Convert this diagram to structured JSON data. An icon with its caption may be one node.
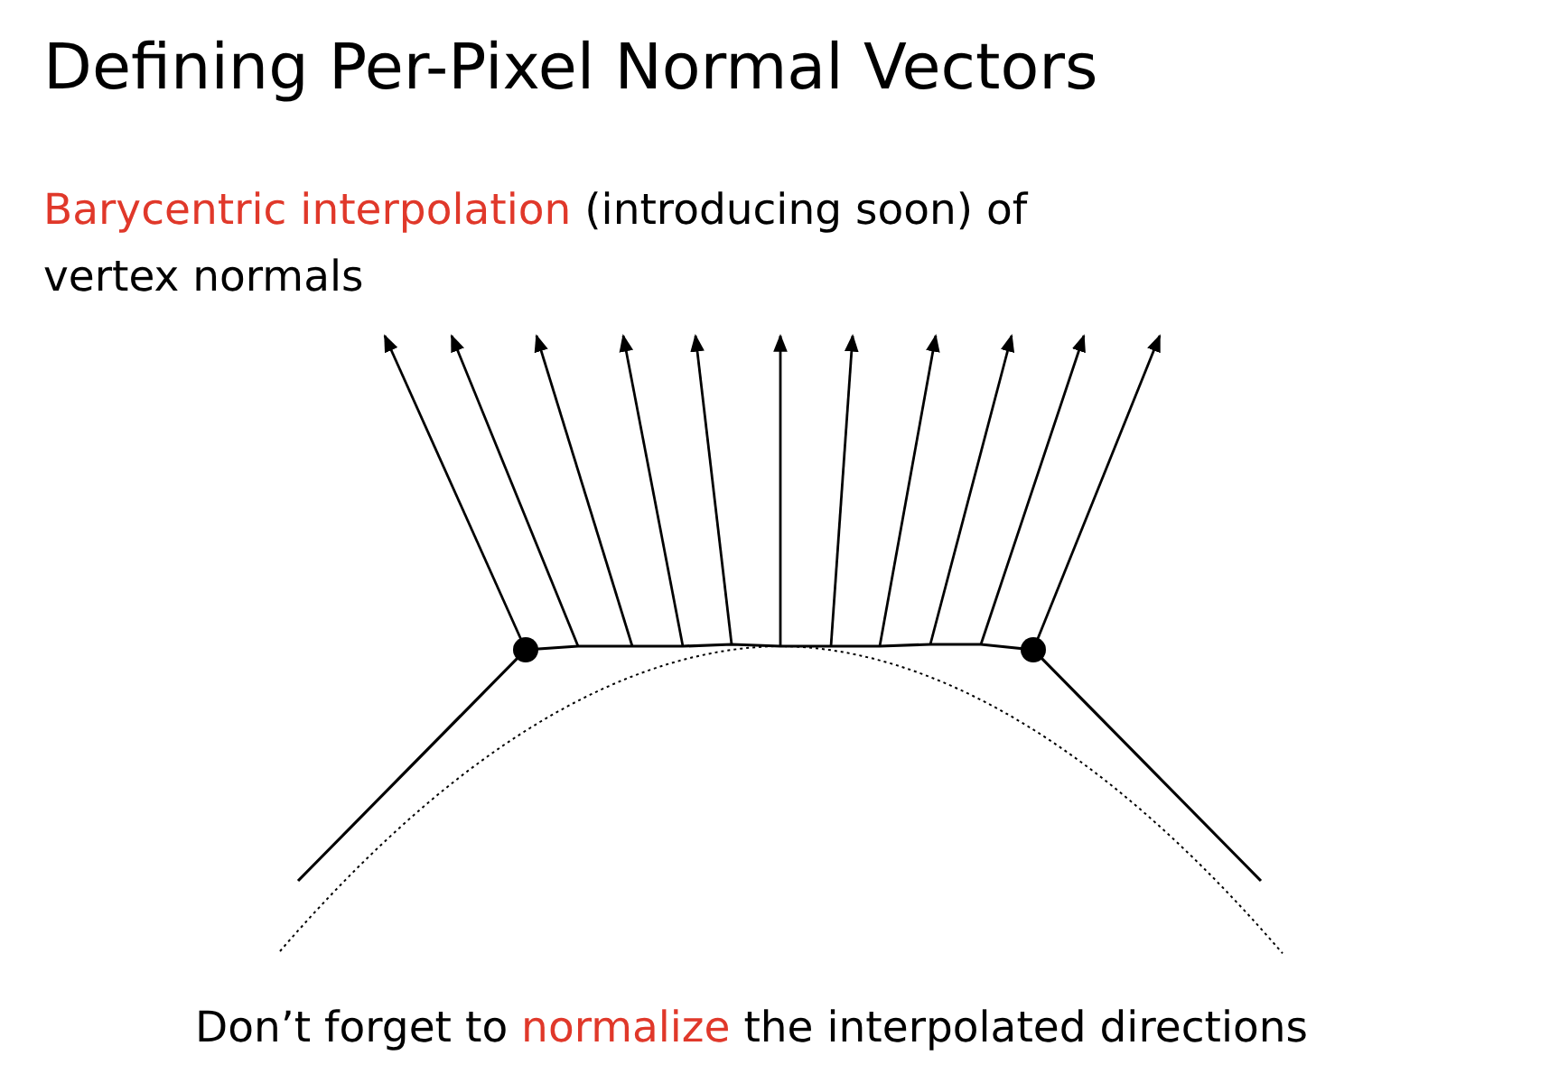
{
  "diagram": {
    "title": "Defining Per-Pixel Normal Vectors",
    "labels": [
      "**Barycentric interpolation** (introducing soon) of vertex normals",
      "Don’t forget to **normalize** the interpolated directions"
    ]
  }
}
